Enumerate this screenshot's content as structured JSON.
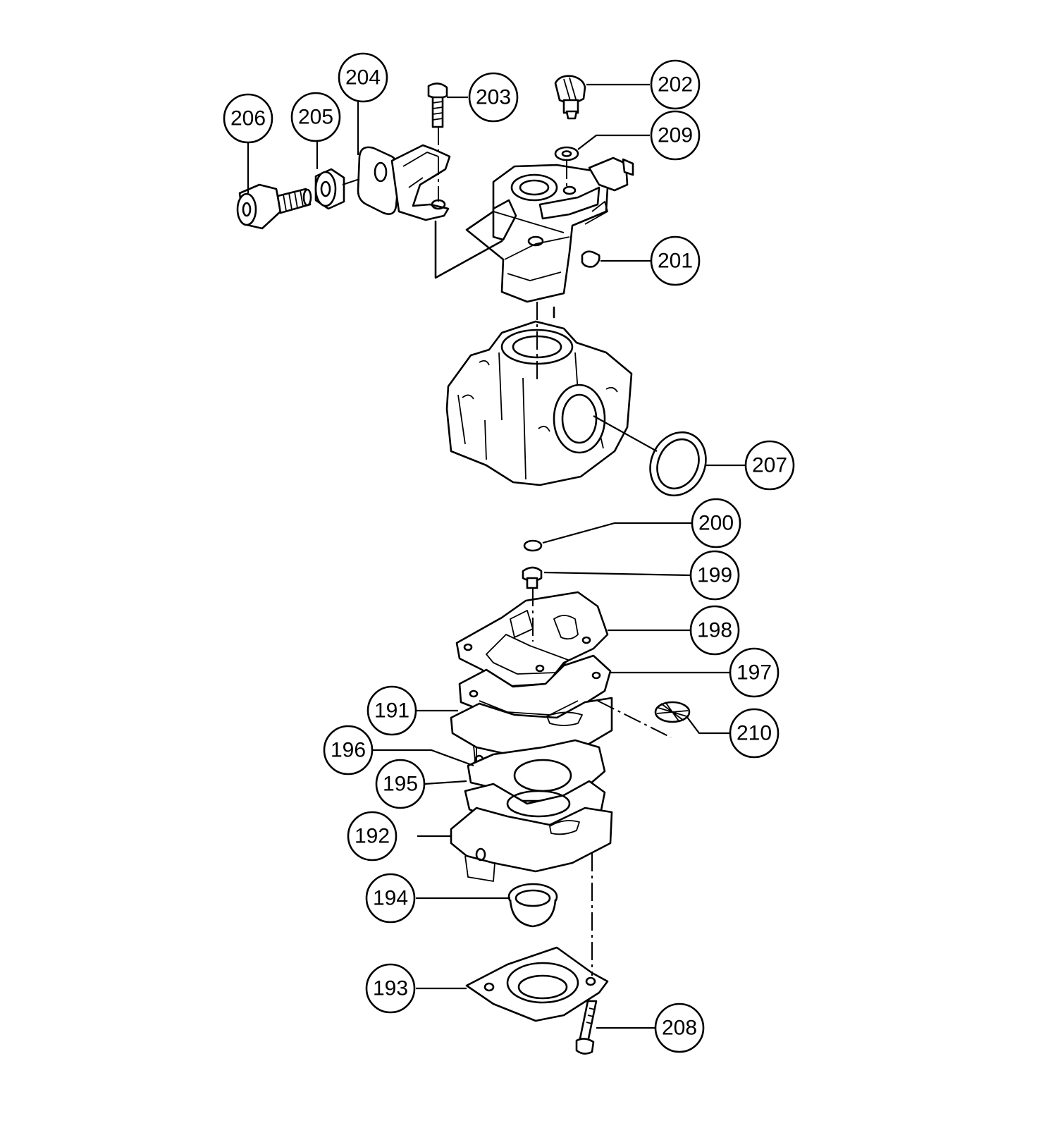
{
  "callouts": [
    {
      "id": "204",
      "label": "204"
    },
    {
      "id": "203",
      "label": "203"
    },
    {
      "id": "202",
      "label": "202"
    },
    {
      "id": "206",
      "label": "206"
    },
    {
      "id": "205",
      "label": "205"
    },
    {
      "id": "209",
      "label": "209"
    },
    {
      "id": "201",
      "label": "201"
    },
    {
      "id": "207",
      "label": "207"
    },
    {
      "id": "200",
      "label": "200"
    },
    {
      "id": "199",
      "label": "199"
    },
    {
      "id": "198",
      "label": "198"
    },
    {
      "id": "197",
      "label": "197"
    },
    {
      "id": "191",
      "label": "191"
    },
    {
      "id": "210",
      "label": "210"
    },
    {
      "id": "196",
      "label": "196"
    },
    {
      "id": "195",
      "label": "195"
    },
    {
      "id": "192",
      "label": "192"
    },
    {
      "id": "194",
      "label": "194"
    },
    {
      "id": "193",
      "label": "193"
    },
    {
      "id": "208",
      "label": "208"
    }
  ]
}
